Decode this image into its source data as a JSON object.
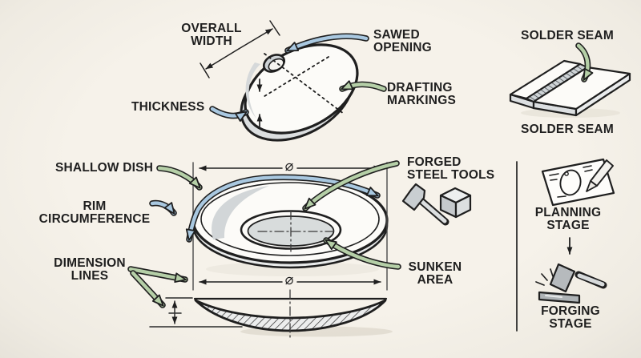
{
  "colors": {
    "background": "#f5f1e9",
    "ink": "#1f1f1f",
    "arrow_blue": "#a9c8e0",
    "arrow_green": "#b5cfa7",
    "metal_gray": "#d7dadb"
  },
  "labels": {
    "overall_width": {
      "line1": "OVERALL",
      "line2": "WIDTH"
    },
    "sawed_opening": {
      "line1": "SAWED",
      "line2": "OPENING"
    },
    "drafting_markings": {
      "line1": "DRAFTING",
      "line2": "MARKINGS"
    },
    "thickness": {
      "line1": "THICKNESS"
    },
    "solder_seam_top": {
      "line1": "SOLDER SEAM"
    },
    "solder_seam_bottom": {
      "line1": "SOLDER SEAM"
    },
    "shallow_dish": {
      "line1": "SHALLOW DISH"
    },
    "rim_circumference": {
      "line1": "RIM",
      "line2": "CIRCUMFERENCE"
    },
    "dimension_lines": {
      "line1": "DIMENSION",
      "line2": "LINES"
    },
    "forged_steel_tools": {
      "line1": "FORGED",
      "line2": "STEEL TOOLS"
    },
    "sunken_area": {
      "line1": "SUNKEN",
      "line2": "AREA"
    },
    "planning_stage": {
      "line1": "PLANNING",
      "line2": "STAGE"
    },
    "forging_stage": {
      "line1": "FORGING",
      "line2": "STAGE"
    }
  },
  "symbols": {
    "diameter": "⌀"
  },
  "icons": {
    "forged_tools": [
      "hammer-icon",
      "steel-cube-icon"
    ],
    "planning_stage": [
      "sketch-card-icon",
      "pencil-icon"
    ],
    "forging_stage": [
      "striking-hammer-icon",
      "metal-bar-icon",
      "spark-lines-icon"
    ],
    "solder_illustration": [
      "lap-seam-plates-icon"
    ],
    "flow": [
      "down-arrow-icon"
    ]
  }
}
